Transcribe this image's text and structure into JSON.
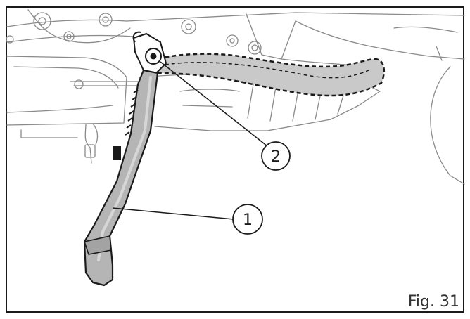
{
  "figure": {
    "caption": "Fig. 31",
    "callouts": [
      {
        "label": "1",
        "part": "side-stand"
      },
      {
        "label": "2",
        "part": "stand-pivot"
      }
    ]
  },
  "colors": {
    "line": "#1a1a1a",
    "engine_line": "#8a8a8a",
    "stand_fill": "#b5b5b5",
    "stand_highlight": "#d6d6d6",
    "ghost_fill": "#c9c9c9",
    "background": "#ffffff"
  }
}
